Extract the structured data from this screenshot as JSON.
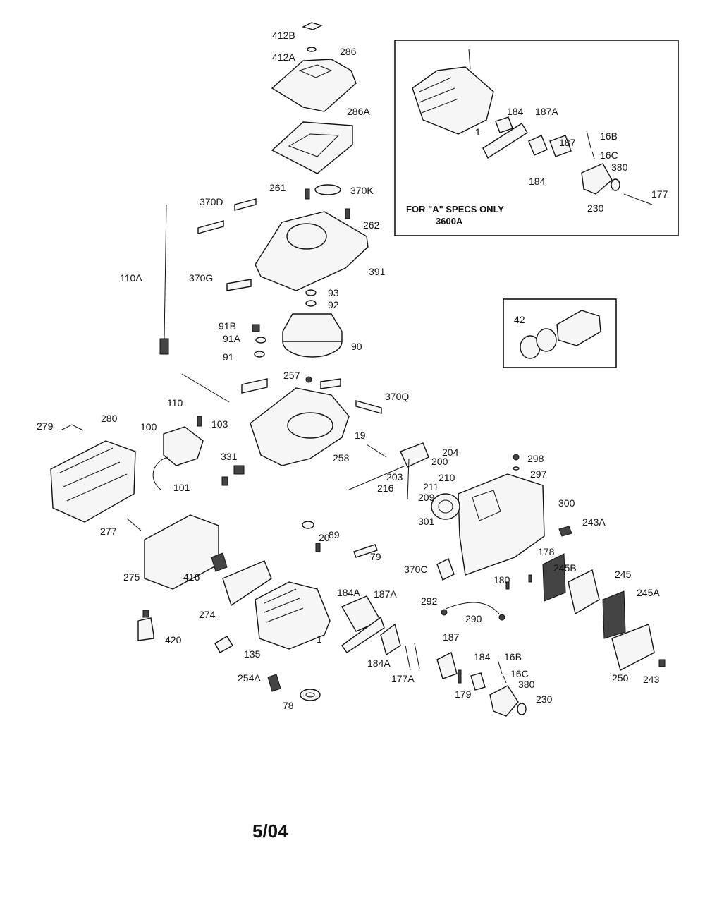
{
  "diagram": {
    "inset_note_line1": "FOR \"A\" SPECS ONLY",
    "inset_note_line2": "3600A",
    "date_code": "5/04",
    "part_labels": [
      "412B",
      "412A",
      "286",
      "286A",
      "261",
      "370K",
      "370D",
      "262",
      "391",
      "110A",
      "370G",
      "93",
      "92",
      "91B",
      "91A",
      "90",
      "91",
      "257",
      "110",
      "370Q",
      "280",
      "279",
      "100",
      "103",
      "19",
      "204",
      "200",
      "258",
      "331",
      "101",
      "298",
      "297",
      "203",
      "210",
      "211",
      "216",
      "209",
      "300",
      "301",
      "243A",
      "277",
      "20",
      "275",
      "416",
      "89",
      "79",
      "370C",
      "180",
      "178",
      "245B",
      "245",
      "245A",
      "184A",
      "187A",
      "292",
      "290",
      "274",
      "1",
      "184A",
      "420",
      "187",
      "184",
      "16B",
      "16C",
      "380",
      "230",
      "135",
      "177A",
      "179",
      "250",
      "243",
      "254A",
      "78",
      "184",
      "187A",
      "1",
      "16B",
      "16C",
      "187",
      "184",
      "380",
      "177",
      "230",
      "42"
    ]
  }
}
